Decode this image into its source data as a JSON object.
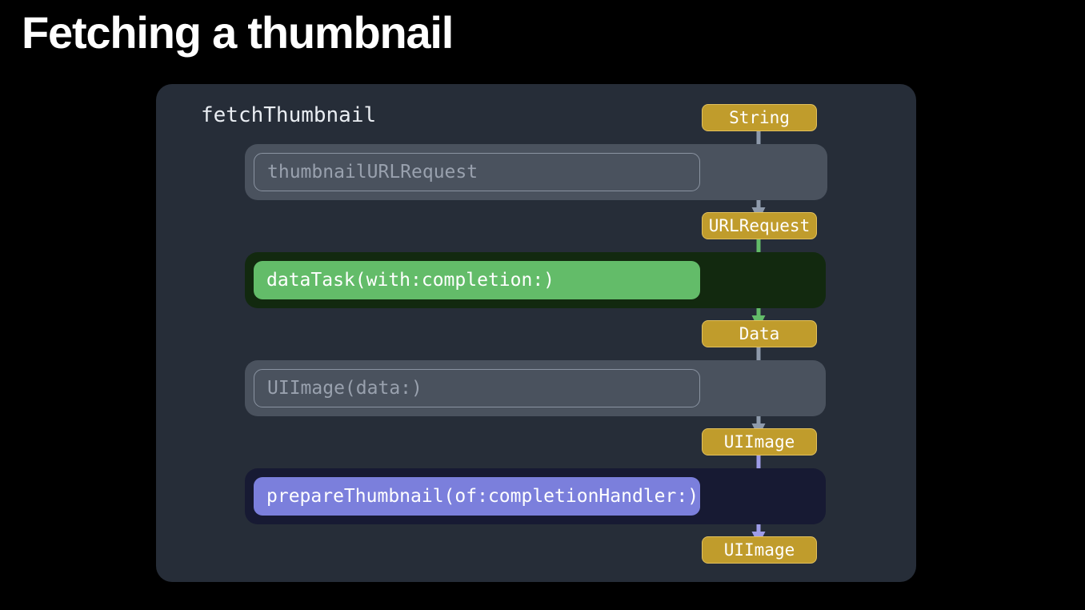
{
  "slide": {
    "title": "Fetching a thumbnail",
    "background_color": "#000000",
    "card_background_color": "#262d38"
  },
  "diagram": {
    "function_name": "fetchThumbnail",
    "colors": {
      "badge_fill": "#c09c2c",
      "badge_border": "#e2c05c",
      "inactive_row_fill": "#4a525e",
      "inactive_row_border": "#8a93a1",
      "inactive_row_text": "#99a1ae",
      "green_outer": "#12290f",
      "green_pill": "#63bc69",
      "purple_outer": "#171a33",
      "purple_pill": "#7b7fdc",
      "arrow_gray": "#8e9aab",
      "arrow_green": "#63bc69",
      "arrow_purple": "#9d9ce8"
    },
    "rows": [
      {
        "label": "thumbnailURLRequest",
        "state": "inactive",
        "style": "inactive"
      },
      {
        "label": "dataTask(with:completion:)",
        "state": "active",
        "style": "green"
      },
      {
        "label": "UIImage(data:)",
        "state": "inactive",
        "style": "inactive"
      },
      {
        "label": "prepareThumbnail(of:completionHandler:)",
        "state": "active",
        "style": "purple"
      }
    ],
    "badges": [
      {
        "label": "String",
        "color": "#c09c2c"
      },
      {
        "label": "URLRequest",
        "color": "#c09c2c"
      },
      {
        "label": "Data",
        "color": "#c09c2c"
      },
      {
        "label": "UIImage",
        "color": "#c09c2c"
      },
      {
        "label": "UIImage",
        "color": "#c09c2c"
      }
    ],
    "arrows": [
      {
        "from": "String",
        "to": "URLRequest",
        "color": "#8e9aab"
      },
      {
        "from": "URLRequest",
        "to": "Data",
        "color": "#63bc69"
      },
      {
        "from": "Data",
        "to": "UIImage",
        "color": "#8e9aab"
      },
      {
        "from": "UIImage",
        "to": "UIImage",
        "color": "#9d9ce8"
      }
    ]
  }
}
